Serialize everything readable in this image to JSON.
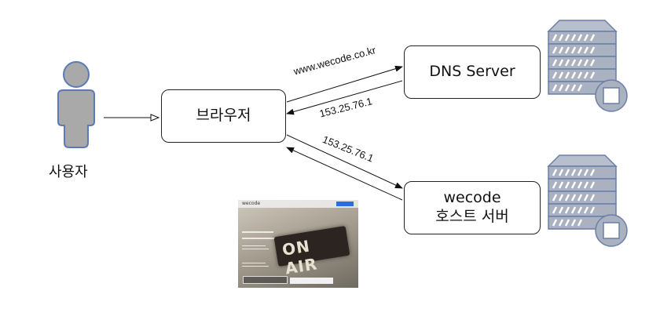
{
  "nodes": {
    "browser": "브라우저",
    "dns_server": "DNS Server",
    "host_server_line1": "wecode",
    "host_server_line2": "호스트 서버",
    "user": "사용자"
  },
  "edges": {
    "query_url": "www.wecode.co.kr",
    "dns_response_ip": "153.25.76.1",
    "host_request_ip": "153.25.76.1"
  },
  "thumbnail": {
    "brand": "wecode",
    "sign_text": "ON AIR"
  },
  "colors": {
    "user_fill": "#a9a9a9",
    "user_stroke": "#5a7bb5",
    "server_fill": "#aab2c2",
    "server_stroke": "#6b7fa6",
    "line": "#111111"
  }
}
